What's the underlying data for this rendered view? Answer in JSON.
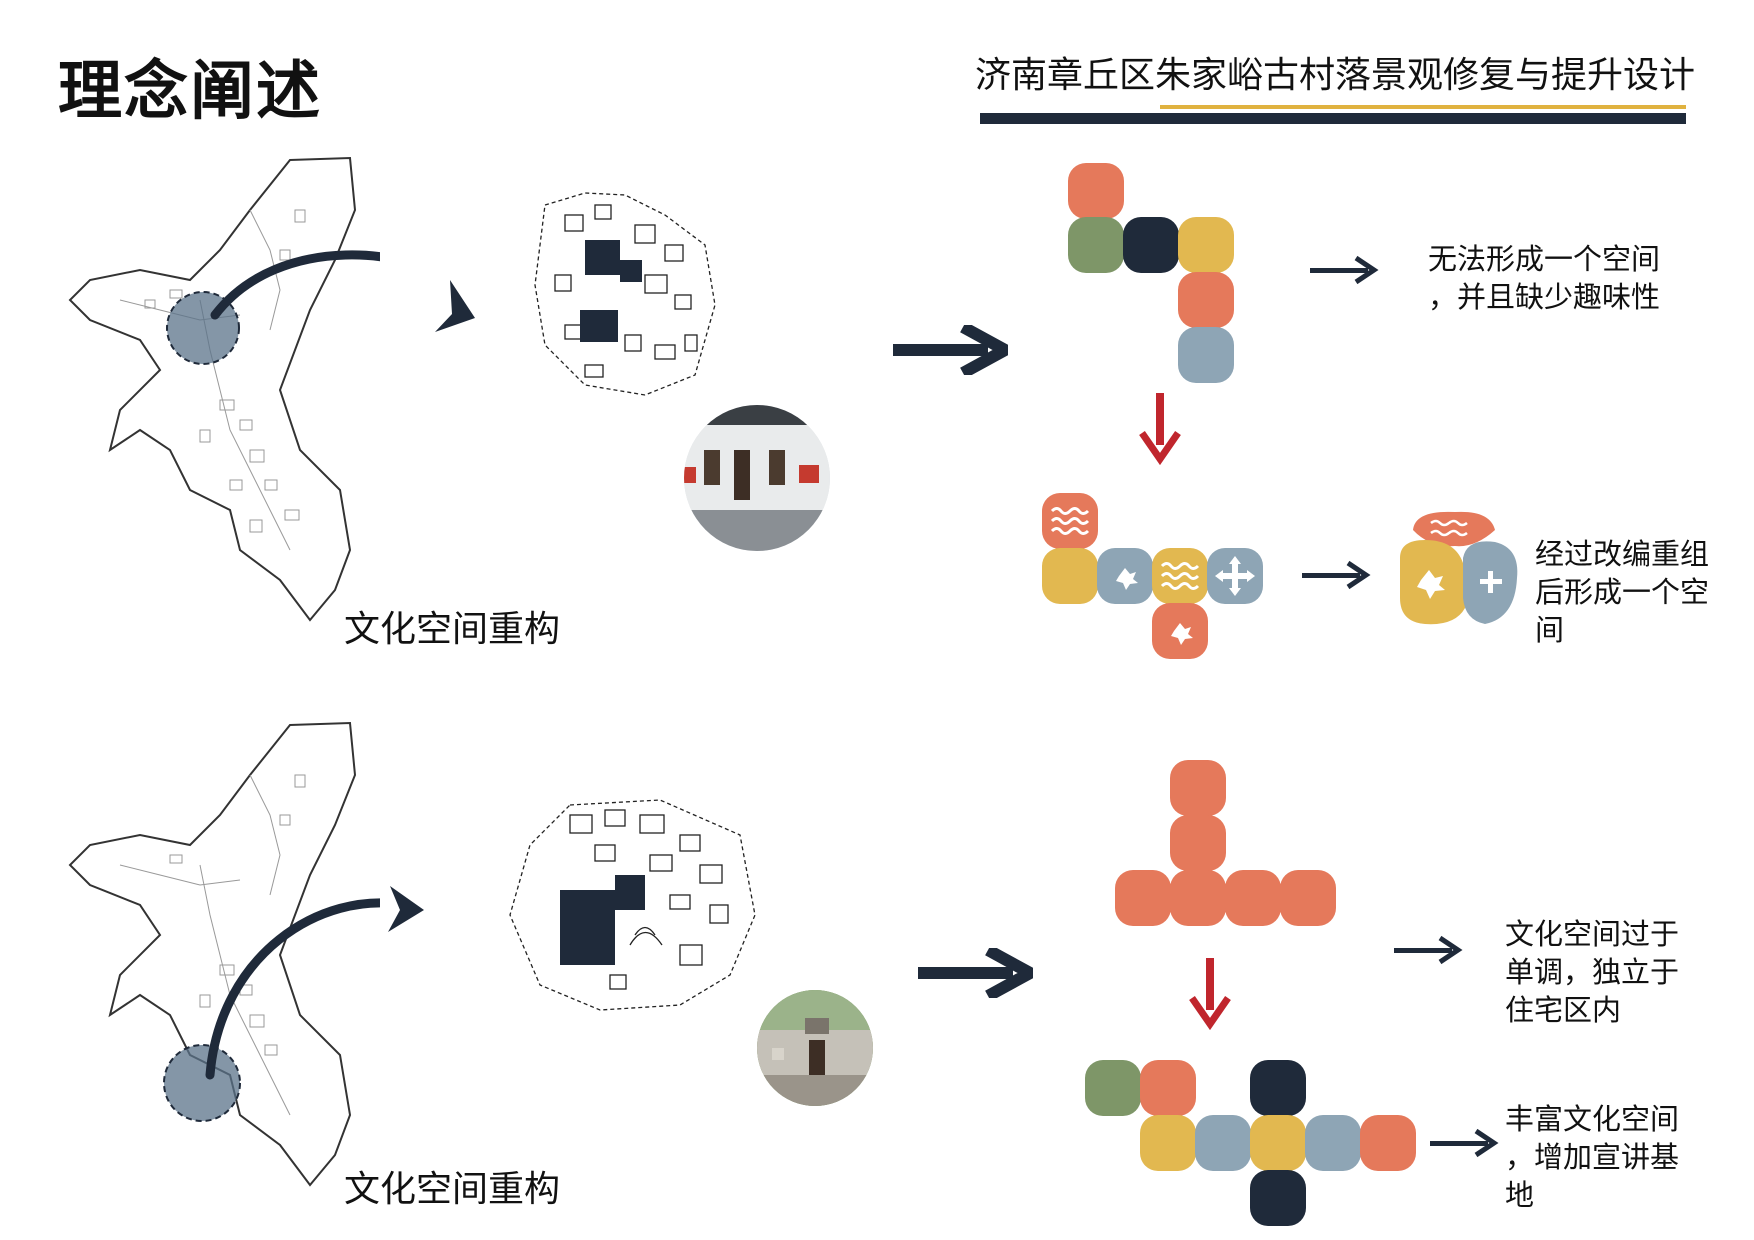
{
  "header": {
    "main_title": "理念阐述",
    "project_title": "济南章丘区朱家峪古村落景观修复与提升设计"
  },
  "colors": {
    "navy": "#1f2a3a",
    "gold": "#e0b23f",
    "coral": "#e5795b",
    "sage": "#7e9668",
    "mustard": "#e2b850",
    "slate": "#8ea5b5",
    "red_arrow": "#c0262d"
  },
  "section_top": {
    "caption": "文化空间重构",
    "note_before": "无法形成一个空间\n，并且缺少趣味性",
    "note_after": "经过改编重组\n后形成一个空\n间"
  },
  "section_bottom": {
    "caption": "文化空间重构",
    "note_before": "文化空间过于\n单调，独立于\n住宅区内",
    "note_after": "丰富文化空间\n，增加宣讲基\n地"
  },
  "icons": {
    "arrow": "arrow-right-icon",
    "down": "arrow-down-icon",
    "wave": "wave-icon",
    "splash": "splash-icon",
    "cross": "cross-arrows-icon"
  }
}
